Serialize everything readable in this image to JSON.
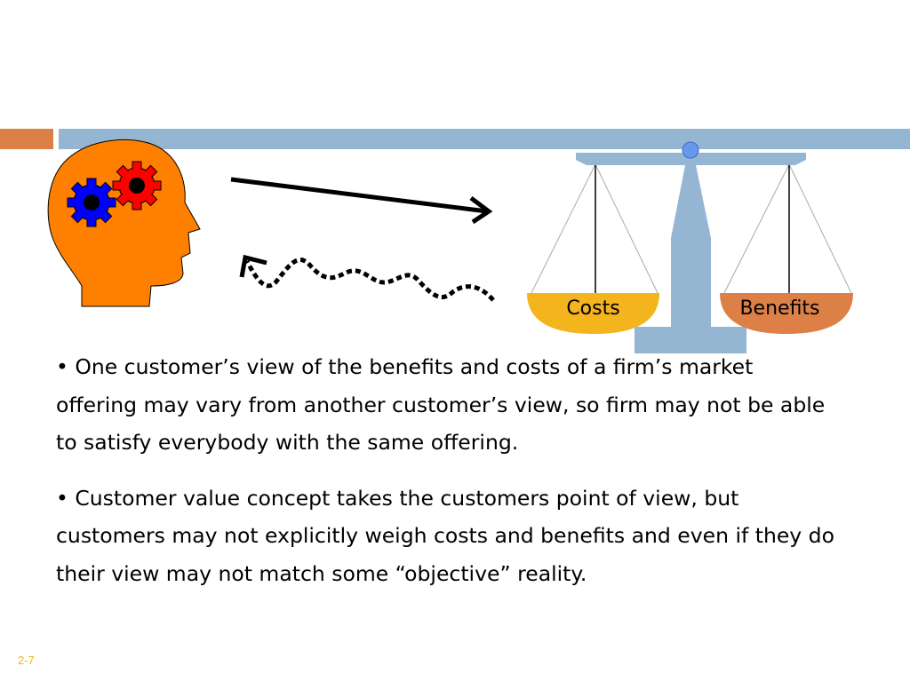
{
  "colors": {
    "accent_orange": "#dd8047",
    "accent_blue": "#94b6d2",
    "head": "#ff8000",
    "gear_red": "#ff0000",
    "gear_blue": "#0000ff",
    "pan_costs": "#f3b41e",
    "pan_benefits": "#dd8047",
    "slide_number": "#e6b91e"
  },
  "illustration": {
    "icons": [
      "head-with-gears-icon",
      "straight-arrow-icon",
      "wavy-arrow-icon",
      "balance-scale-icon"
    ],
    "scale": {
      "left_pan_label": "Costs",
      "right_pan_label": "Benefits"
    }
  },
  "body": {
    "bullets": [
      "• One customer’s view of the benefits and costs of a firm’s market offering may vary from another customer’s view, so firm may not be able to satisfy everybody with the same offering.",
      "• Customer value concept takes the customers point of view, but customers may not explicitly weigh costs and benefits and even if they do their view may not match some “objective” reality."
    ]
  },
  "footer": {
    "slide_number": "2-7"
  }
}
